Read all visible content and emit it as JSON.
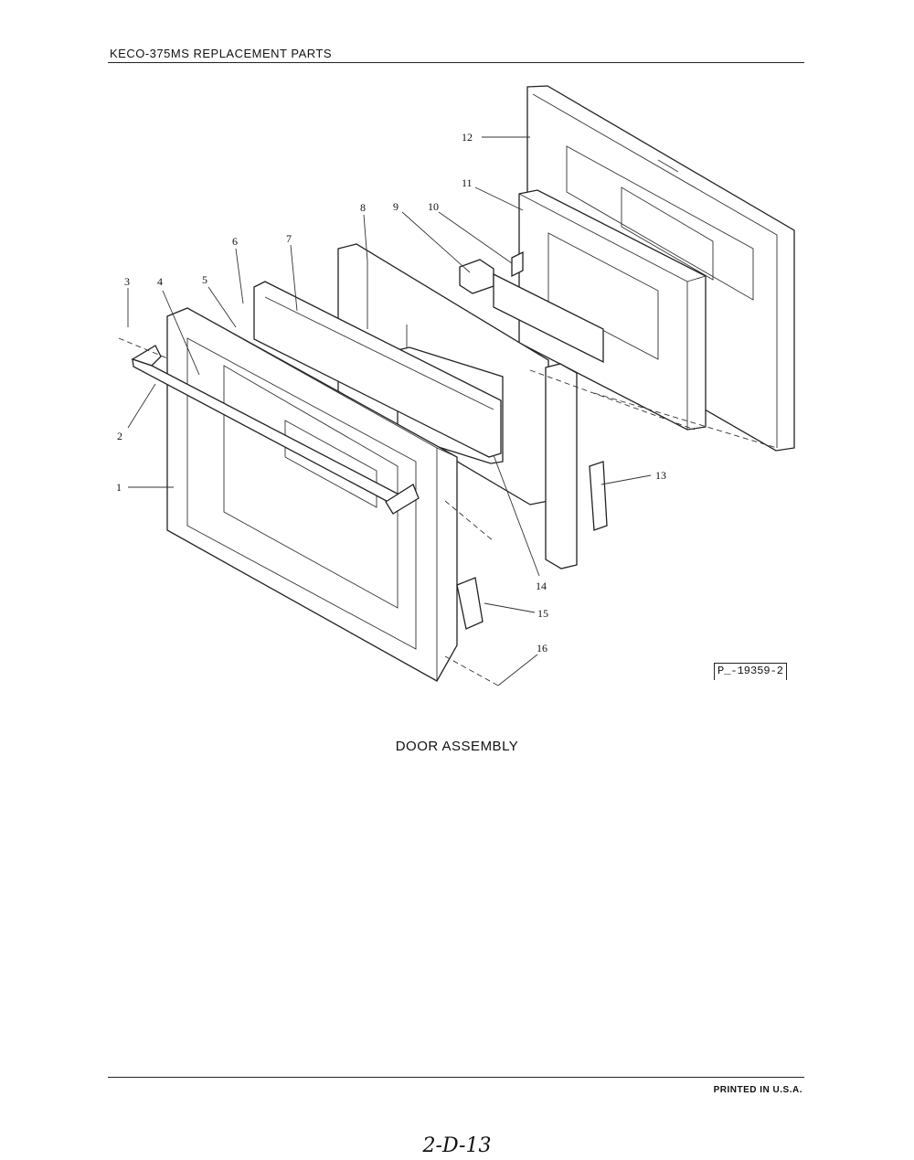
{
  "header": {
    "title": "KECO-375MS REPLACEMENT PARTS"
  },
  "diagram": {
    "callouts": [
      "1",
      "2",
      "3",
      "4",
      "5",
      "6",
      "7",
      "8",
      "9",
      "10",
      "11",
      "12",
      "13",
      "14",
      "15",
      "16"
    ],
    "reference_code": "P_-19359-2"
  },
  "caption": "DOOR ASSEMBLY",
  "footer": {
    "printed": "PRINTED IN U.S.A."
  },
  "page_number": "2-D-13"
}
